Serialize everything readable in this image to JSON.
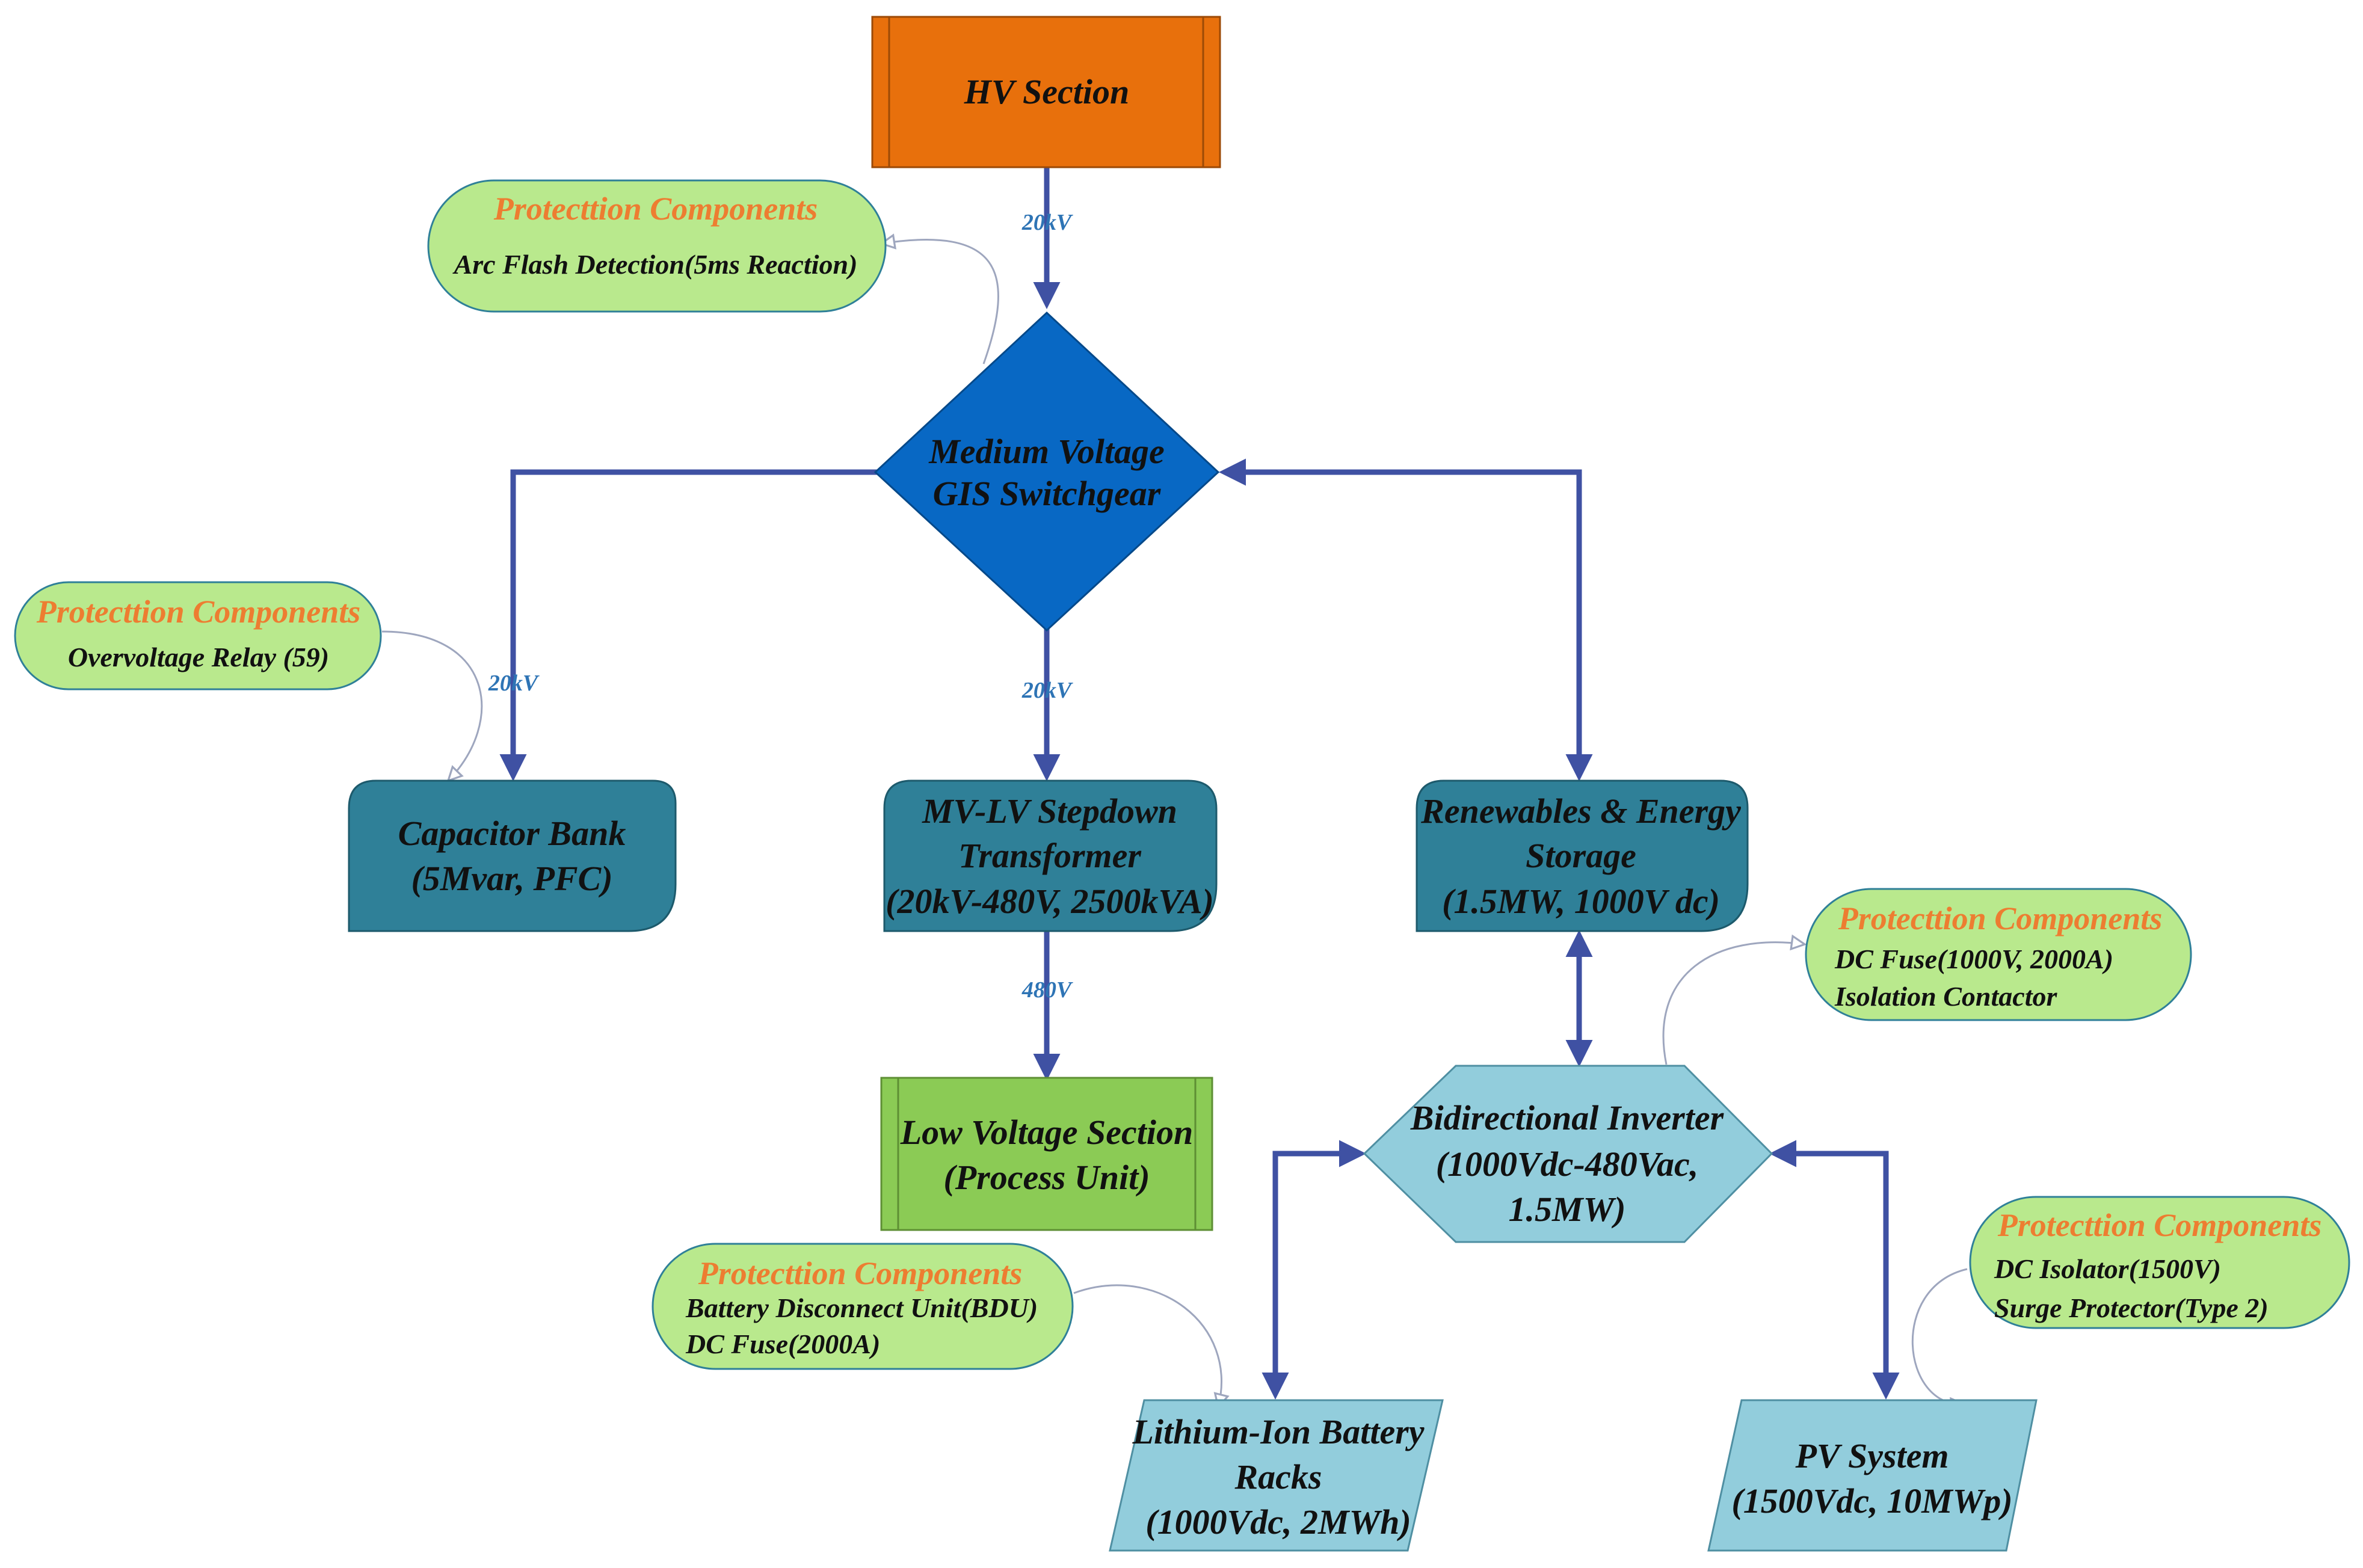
{
  "nodes": {
    "hv_section": "HV Section",
    "switchgear": [
      "Medium Voltage",
      "GIS Switchgear"
    ],
    "capacitor_bank": [
      "Capacitor Bank",
      "(5Mvar, PFC)"
    ],
    "transformer": [
      "MV-LV Stepdown",
      "Transformer",
      "(20kV-480V, 2500kVA)"
    ],
    "renewables": [
      "Renewables & Energy",
      "Storage",
      "(1.5MW, 1000V dc)"
    ],
    "low_voltage": [
      "Low Voltage Section",
      "(Process Unit)"
    ],
    "inverter": [
      "Bidirectional Inverter",
      "(1000Vdc-480Vac,",
      "1.5MW)"
    ],
    "battery": [
      "Lithium-Ion Battery",
      "Racks",
      "(1000Vdc, 2MWh)"
    ],
    "pv_system": [
      "PV System",
      "(1500Vdc, 10MWp)"
    ]
  },
  "protection": [
    {
      "title": "Protecttion Components",
      "lines": [
        "Arc Flash Detection(5ms Reaction)"
      ]
    },
    {
      "title": "Protecttion Components",
      "lines": [
        "Overvoltage Relay (59)"
      ]
    },
    {
      "title": "Protecttion Components",
      "lines": [
        "DC Fuse(1000V, 2000A)",
        "Isolation Contactor"
      ]
    },
    {
      "title": "Protecttion Components",
      "lines": [
        "Battery Disconnect Unit(BDU)",
        "DC Fuse(2000A)"
      ]
    },
    {
      "title": "Protecttion Components",
      "lines": [
        "DC Isolator(1500V)",
        "Surge Protector(Type 2)"
      ]
    }
  ],
  "voltage_labels": {
    "hv_to_switchgear": "20kV",
    "to_capacitor": "20kV",
    "to_transformer": "20kV",
    "to_low_voltage": "480V"
  },
  "colors": {
    "hv_fill": "#E8700C",
    "switchgear_fill": "#0868C4",
    "teal_box": "#2F8098",
    "light_blue": "#92CDDC",
    "lv_green": "#8BCB55",
    "protection_fill": "#B9E98D",
    "protection_title": "#ED7D31",
    "arrow": "#3F51A3",
    "voltage_text": "#2E74B5"
  }
}
